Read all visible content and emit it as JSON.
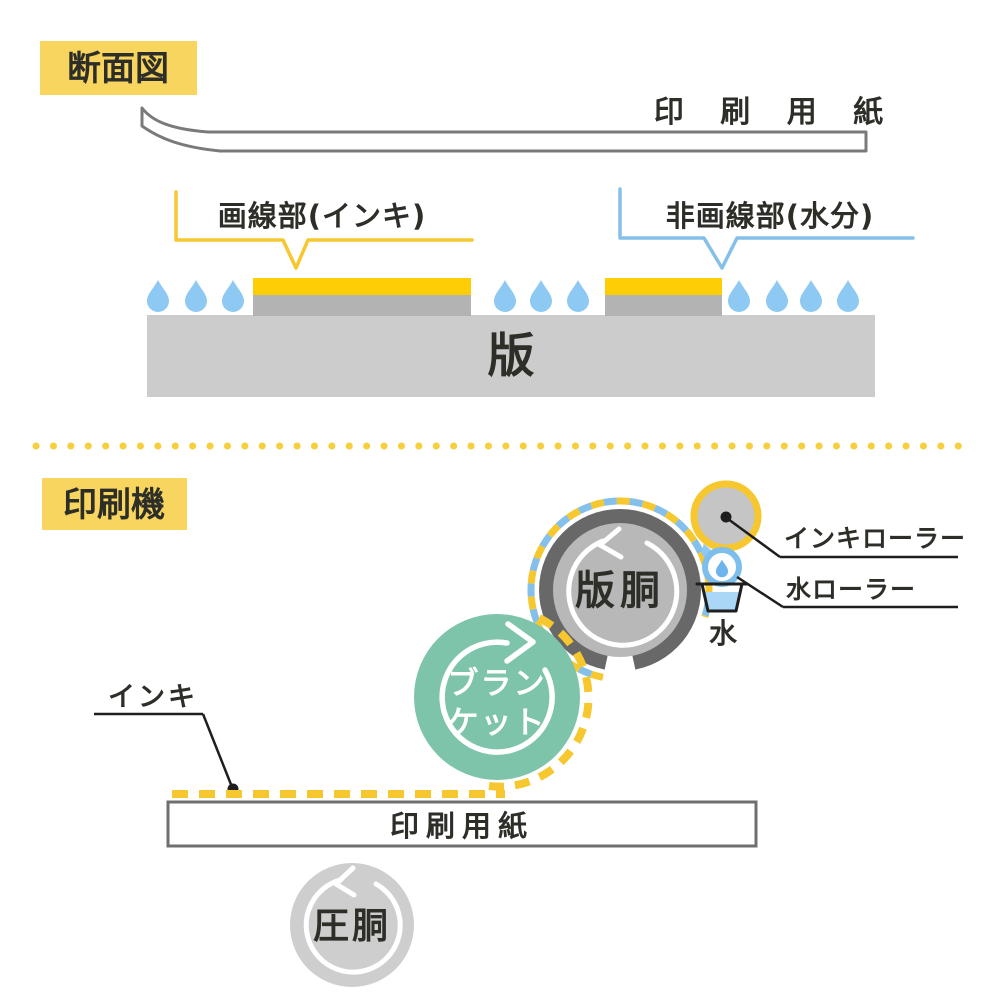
{
  "top_section": {
    "section_label": "断面図",
    "paper_label": "印 刷 用 紙",
    "image_area_label": "画線部(インキ)",
    "non_image_area_label": "非画線部(水分)",
    "plate_label": "版"
  },
  "bottom_section": {
    "section_label": "印刷機",
    "plate_cylinder_label": "版胴",
    "blanket_line1": "ブラン",
    "blanket_line2": "ケット",
    "ink_roller_label": "インキローラー",
    "water_roller_label": "水ローラー",
    "water_label": "水",
    "ink_label": "インキ",
    "paper_label": "印刷用紙",
    "impression_cylinder_label": "圧胴"
  },
  "colors": {
    "label_bg": "#f8d55f",
    "ink_yellow": "#fdce05",
    "accent_yellow": "#f6c72e",
    "water_blue": "#8dc9f3",
    "line_blue": "#85c0ea",
    "bucket_water": "#abd7f7",
    "teal": "#7dc4aa",
    "plate_gray": "#cccccc",
    "raised_gray": "#b3b3b3",
    "ring_dark": "#686868",
    "cylinder_gray": "#b8b8b8",
    "text_dark": "#2e2e29"
  }
}
